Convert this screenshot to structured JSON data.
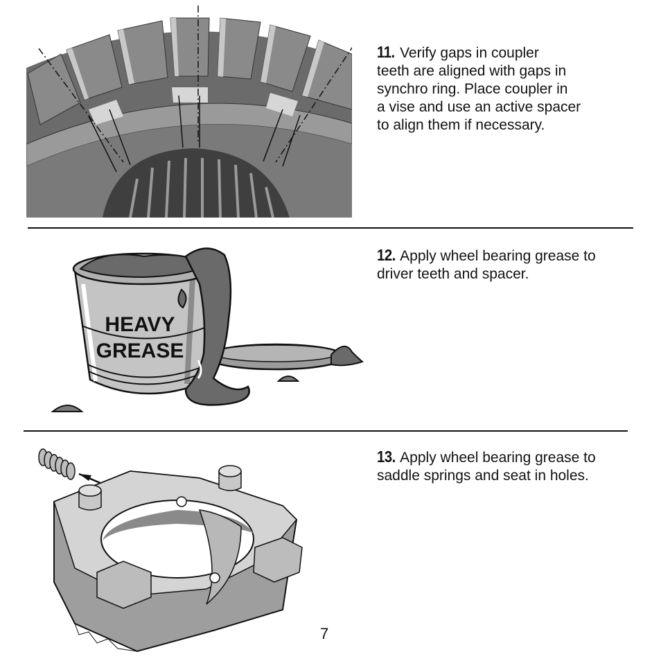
{
  "steps": [
    {
      "number": "11.",
      "text": "Verify gaps in coupler teeth are aligned with gaps in synchro ring.  Place coupler in a vise and use an active spacer to align them if necessary.",
      "lines": [
        "Verify gaps in coupler",
        "teeth are aligned with gaps in",
        "synchro ring.  Place coupler in",
        "a vise and use an active spacer",
        "to align them if necessary."
      ]
    },
    {
      "number": "12.",
      "lines": [
        "Apply wheel bearing grease to",
        "driver teeth and spacer."
      ],
      "can_label": [
        "HEAVY",
        "GREASE"
      ]
    },
    {
      "number": "13.",
      "lines": [
        "Apply wheel bearing grease to",
        "saddle springs and seat in holes."
      ]
    }
  ],
  "page_number": "7"
}
